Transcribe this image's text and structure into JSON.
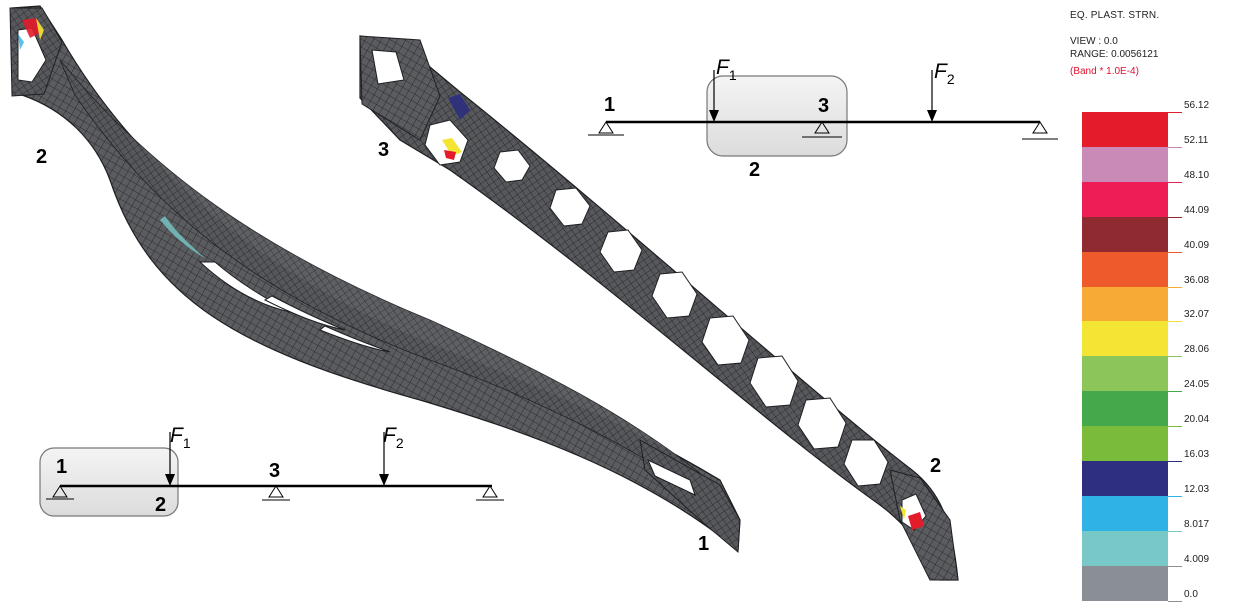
{
  "legend": {
    "title": "EQ. PLAST. STRN.",
    "view": "VIEW : 0.0",
    "range": "RANGE: 0.0056121",
    "band": "(Band * 1.0E-4)",
    "ticks": [
      "56.12",
      "52.11",
      "48.10",
      "44.09",
      "40.09",
      "36.08",
      "32.07",
      "28.06",
      "24.05",
      "20.04",
      "16.03",
      "12.03",
      "8.017",
      "4.009",
      "0.0"
    ],
    "colors": [
      "#e31b2b",
      "#c98ab8",
      "#ee1d55",
      "#8e2a30",
      "#ee5a2b",
      "#f7aa35",
      "#f4e534",
      "#8cc55a",
      "#45a84b",
      "#7bbb3c",
      "#2e2f7f",
      "#2fb3e6",
      "#78c8c8",
      "#8a8f96"
    ]
  },
  "diagram_left": {
    "support_labels": [
      "1",
      "2",
      "3"
    ],
    "force_labels": [
      {
        "letter": "F",
        "index": "1"
      },
      {
        "letter": "F",
        "index": "2"
      }
    ]
  },
  "diagram_right": {
    "support_labels": [
      "1",
      "2",
      "3"
    ],
    "force_labels": [
      {
        "letter": "F",
        "index": "1"
      },
      {
        "letter": "F",
        "index": "2"
      }
    ]
  },
  "mesh_labels": {
    "left_mesh_top": "2",
    "left_mesh_end": "1",
    "right_mesh_top": "3",
    "right_mesh_end": "2"
  },
  "colors": {
    "mesh_fill": "#5a5c60",
    "mesh_line": "#1e1f22",
    "callout_fill": "#e9eaea",
    "callout_stroke": "#777777"
  }
}
